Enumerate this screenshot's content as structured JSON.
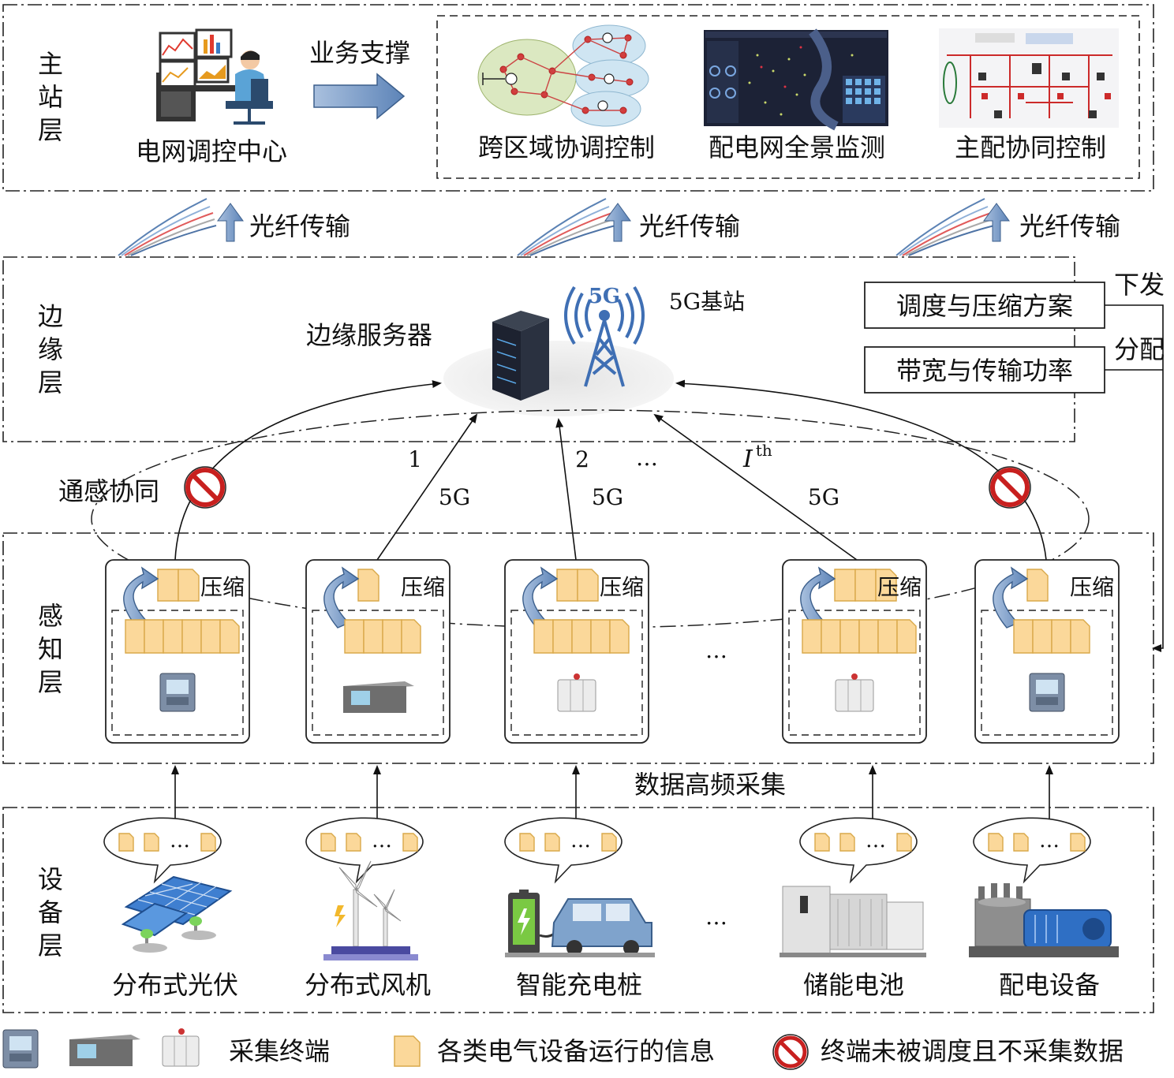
{
  "layers": {
    "master": "主站层",
    "edge": "边缘层",
    "sensing": "感知层",
    "device": "设备层"
  },
  "master": {
    "center_label": "电网调控中心",
    "business_support": "业务支撑",
    "apps": [
      "跨区域协调控制",
      "配电网全景监测",
      "主配协同控制"
    ]
  },
  "fiber": [
    "光纤传输",
    "光纤传输",
    "光纤传输"
  ],
  "edge": {
    "server_label": "边缘服务器",
    "base_station_label": "5G基站",
    "bs_icon_text": "5G",
    "scheme_box": "调度与压缩方案",
    "bandwidth_box": "带宽与传输功率",
    "issue_label": "下发",
    "allocate_label": "分配",
    "comm_sense_label": "通感协同",
    "link_index": [
      "1",
      "2",
      "…"
    ],
    "link_ith_main": "I",
    "link_ith_sup": "th",
    "link_5g": [
      "5G",
      "5G",
      "5G"
    ]
  },
  "sensing": {
    "compress_label": "压缩",
    "ellipsis": "…",
    "terminals": [
      {
        "raw_blocks": 6,
        "compressed_blocks": 2,
        "device": "meter",
        "scheduled": false
      },
      {
        "raw_blocks": 4,
        "compressed_blocks": 1,
        "device": "rack",
        "scheduled": true
      },
      {
        "raw_blocks": 5,
        "compressed_blocks": 2,
        "device": "breaker",
        "scheduled": true
      },
      {
        "raw_blocks": 6,
        "compressed_blocks": 3,
        "device": "breaker",
        "scheduled": true
      },
      {
        "raw_blocks": 4,
        "compressed_blocks": 1,
        "device": "meter",
        "scheduled": false
      }
    ]
  },
  "collect_label": "数据高频采集",
  "devices": {
    "ellipsis": "…",
    "bubble_ellipsis": "…",
    "items": [
      "分布式光伏",
      "分布式风机",
      "智能充电桩",
      "储能电池",
      "配电设备"
    ]
  },
  "legend": {
    "terminal": "采集终端",
    "info": "各类电气设备运行的信息",
    "not_scheduled": "终端未被调度且不采集数据"
  },
  "colors": {
    "block_fill": "#fbd89a",
    "block_stroke": "#d9a94a",
    "arrow_blue": "#6c8fbf",
    "forbid_red": "#c8201f"
  }
}
